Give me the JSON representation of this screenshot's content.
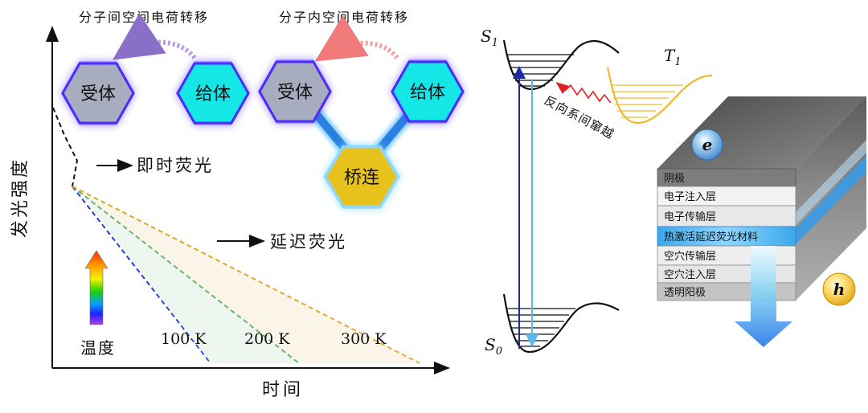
{
  "left_panel": {
    "y_axis_label": "发光强度",
    "x_axis_label": "时间",
    "prompt_label": "即时荧光",
    "delayed_label": "延迟荧光",
    "temperature_label": "温度",
    "series": [
      {
        "label": "100 K",
        "color": "#2a3bd0"
      },
      {
        "label": "200 K",
        "color": "#2a9d3a"
      },
      {
        "label": "300 K",
        "color": "#e0a21a"
      }
    ]
  },
  "molecules": {
    "inter_title": "分子间空间电荷转移",
    "intra_title": "分子内空间电荷转移",
    "acceptor": "受体",
    "donor": "给体",
    "bridge": "桥连",
    "colors": {
      "acceptor": "#a7adbf",
      "donor": "#15e6e6",
      "bridge": "#e8c21c",
      "glow": "#5b3cff"
    }
  },
  "energy_diagram": {
    "s1": "S",
    "s1_sub": "1",
    "s0": "S",
    "s0_sub": "0",
    "t1": "T",
    "t1_sub": "1",
    "risc_label": "反向系间窜越"
  },
  "device": {
    "electron": "e",
    "hole": "h",
    "layers": [
      "阴极",
      "电子注入层",
      "电子传输层",
      "热激活延迟荧光材料",
      "空穴传输层",
      "空穴注入层",
      "透明阳极"
    ]
  }
}
